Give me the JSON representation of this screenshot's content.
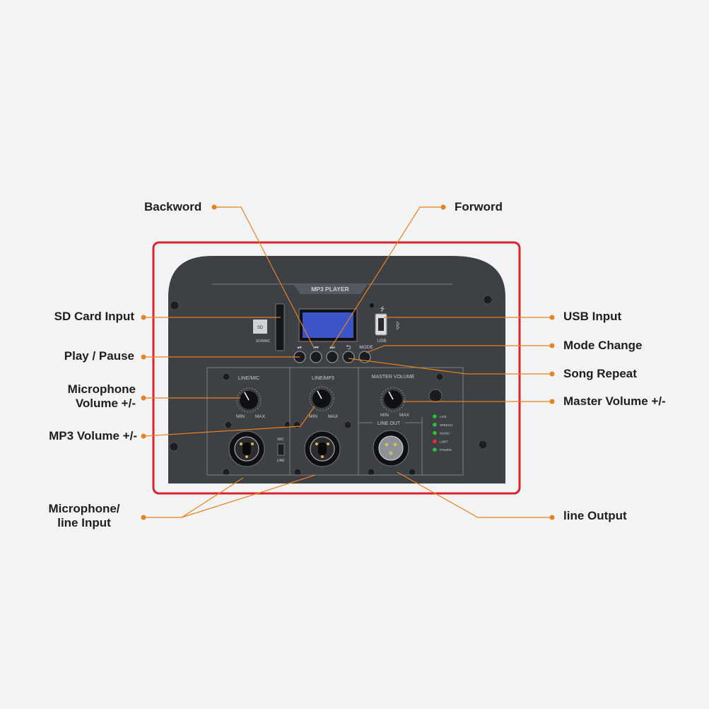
{
  "callouts": {
    "backword": "Backword",
    "forword": "Forword",
    "sd_card_input": "SD Card Input",
    "usb_input": "USB Input",
    "mode_change": "Mode Change",
    "play_pause": "Play / Pause",
    "song_repeat": "Song Repeat",
    "mic_volume_line1": "Microphone",
    "mic_volume_line2": "Volume +/-",
    "master_volume": "Master Volume +/-",
    "mp3_volume": "MP3 Volume +/-",
    "mic_line_input_line1": "Microphone/",
    "mic_line_input_line2": "line Input",
    "line_output": "line Output"
  },
  "panel": {
    "mp3_player_label": "MP3 PLAYER",
    "sd_slot_label": "SD",
    "sd_sub_label": "SD/MMC",
    "usb_label": "USB",
    "mode_label": "MODE",
    "line_mic_label": "LINE/MIC",
    "line_mp3_label": "LINE/MP3",
    "master_volume_label": "MASTER VOLUME",
    "line_out_label": "LINE OUT",
    "min_label": "MIN",
    "max_label": "MAX",
    "mic_switch_top": "MIC",
    "mic_switch_bottom": "LINE",
    "leds": [
      {
        "label": "LIVE",
        "color": "#2fbf3a"
      },
      {
        "label": "SPEECH",
        "color": "#2fbf3a"
      },
      {
        "label": "MUSIC",
        "color": "#2fbf3a"
      },
      {
        "label": "LIMIT",
        "color": "#e03030"
      },
      {
        "label": "POWER",
        "color": "#2fbf3a"
      }
    ]
  },
  "colors": {
    "accent": "#e8821e",
    "frame": "#d9232e",
    "panel": "#3d4044",
    "display": "#3b55c8"
  }
}
